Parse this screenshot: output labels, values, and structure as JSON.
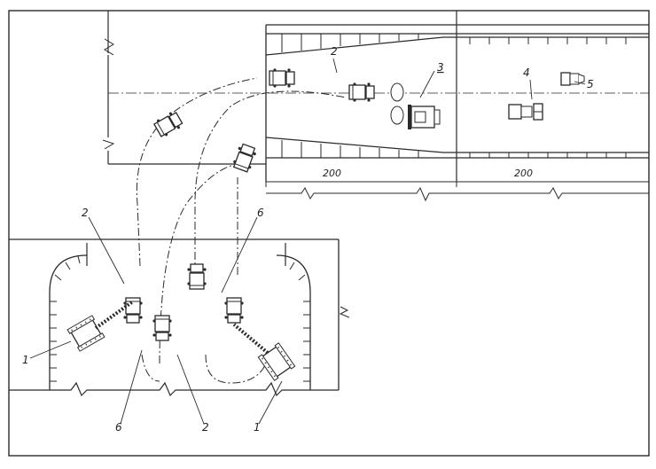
{
  "labels": {
    "excavator_left": "1",
    "excavator_right": "1",
    "truck_top": "2",
    "truck_pit_left": "2",
    "truck_pit_bottom": "2",
    "spreader": "3",
    "roller": "4",
    "grader": "5",
    "zone_left": "6",
    "zone_right": "6",
    "dim_first": "200",
    "dim_second": "200"
  },
  "colors": {
    "ink": "#2a2a2a",
    "paper": "#ffffff"
  }
}
